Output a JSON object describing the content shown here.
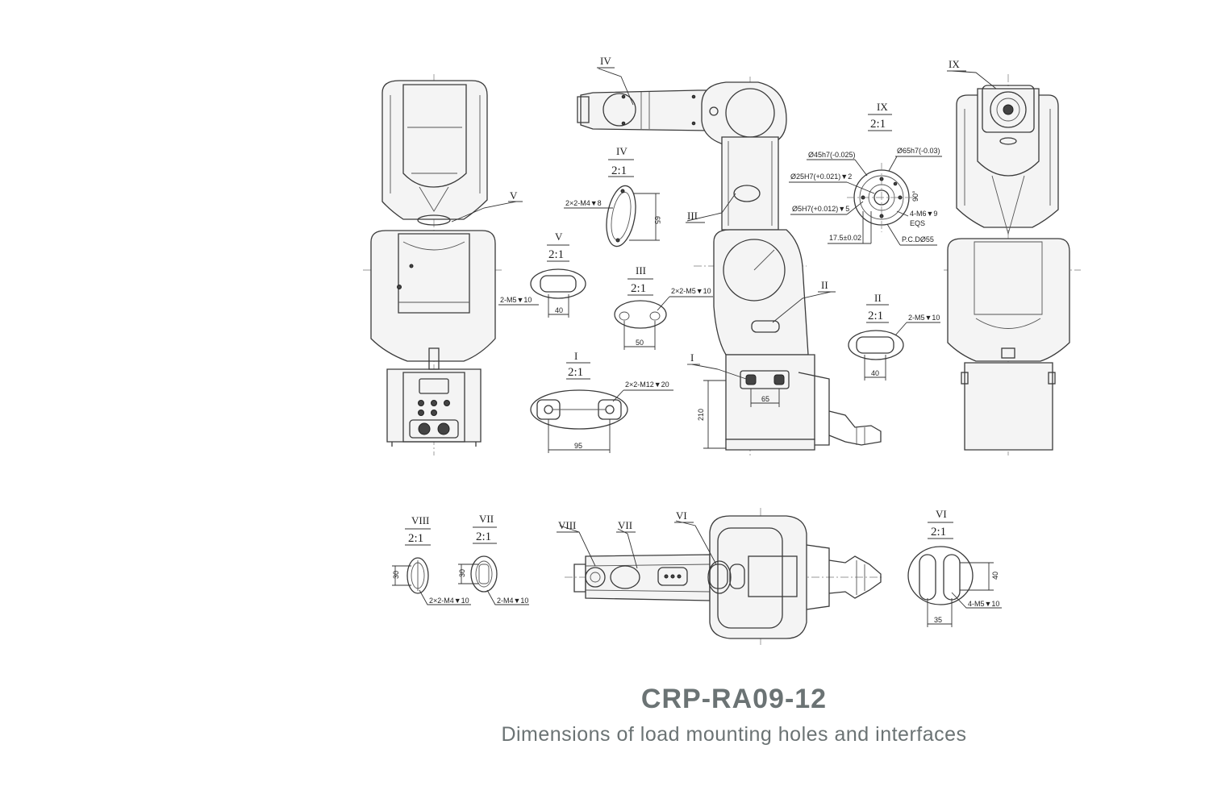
{
  "caption": {
    "title": "CRP-RA09-12",
    "subtitle": "Dimensions of load mounting holes and interfaces"
  },
  "callouts": {
    "I": "I",
    "II": "II",
    "III": "III",
    "IV": "IV",
    "V": "V",
    "VI": "VI",
    "VII": "VII",
    "VIII": "VIII",
    "IX": "IX"
  },
  "detail_scale": "2:1",
  "details": {
    "IV": {
      "label": "2×2-M4▼8",
      "dim": "65"
    },
    "V": {
      "label": "2-M5▼10",
      "dim": "40"
    },
    "III": {
      "label": "2×2-M5▼10",
      "dim": "50"
    },
    "I": {
      "label": "2×2-M12▼20",
      "dim": "95"
    },
    "II": {
      "label": "2-M5▼10",
      "dim": "40"
    },
    "VIII": {
      "label": "2×2-M4▼10",
      "dim": "30"
    },
    "VII": {
      "label": "2-M4▼10",
      "dim": "30"
    },
    "VI": {
      "label": "4-M5▼10",
      "dim_h": "35",
      "dim_v": "40"
    },
    "IX": {
      "labels": [
        "Ø45h7(-0.025)",
        "Ø65h7(-0.03)",
        "Ø25H7(+0.021)▼2",
        "Ø5H7(+0.012)▼5",
        "4-M6▼9",
        "EQS",
        "17.5±0.02",
        "P.C.DØ55",
        "90°"
      ]
    },
    "side": {
      "dim_height": "210",
      "dim_width": "65"
    }
  }
}
